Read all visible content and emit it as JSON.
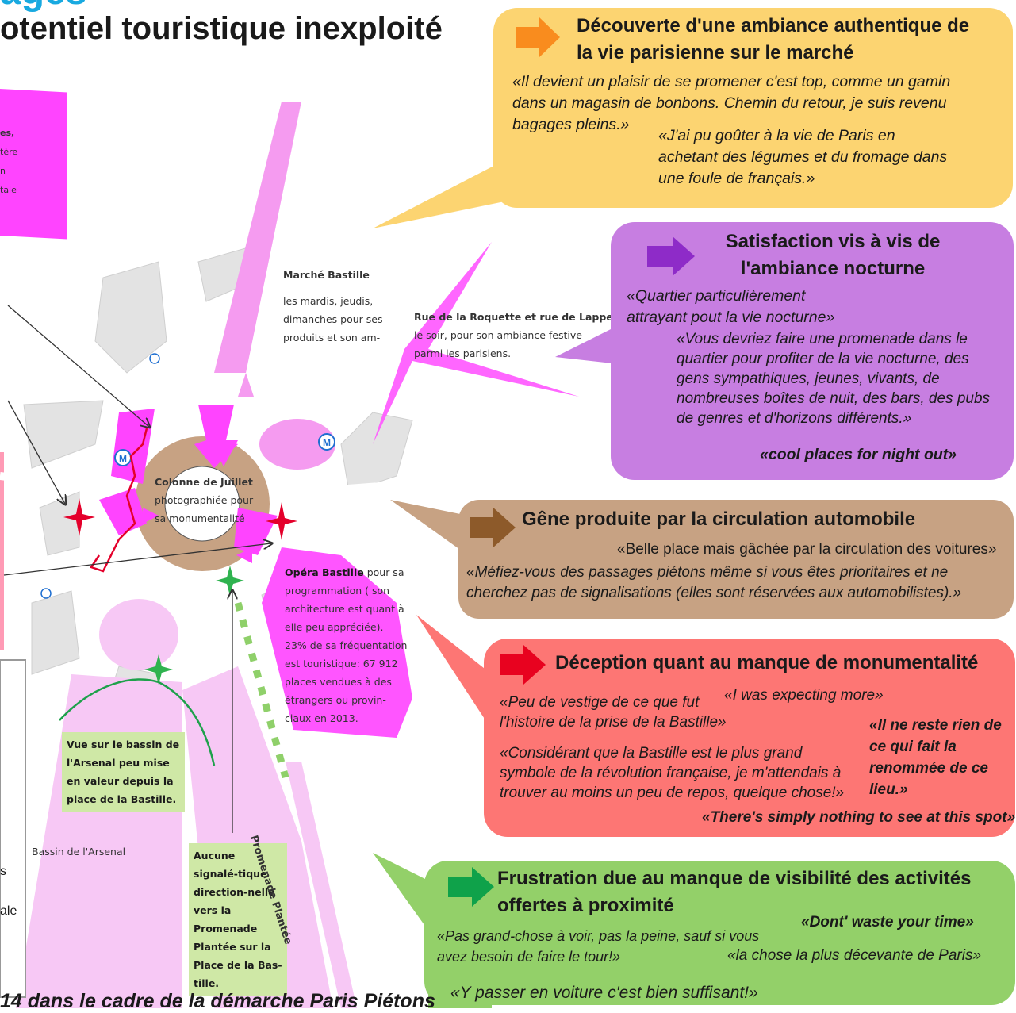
{
  "header": {
    "title_fragment": "ages",
    "title": "otentiel touristique inexploité"
  },
  "map": {
    "left_box_lines": [
      "es,",
      "tère",
      "n",
      "tale"
    ],
    "marche": {
      "title": "Marché Bastille",
      "lines": [
        "les mardis, jeudis,",
        "dimanches pour ses",
        "produits et son am-"
      ]
    },
    "roquette": {
      "title": "Rue de la Roquette et rue de Lappe,",
      "lines": [
        "le soir, pour son ambiance festive",
        "parmi les parisiens."
      ]
    },
    "colonne": {
      "title": "Colonne de Juillet",
      "lines": [
        "photographiée pour",
        "sa monumentalité"
      ]
    },
    "opera": {
      "title": "Opéra Bastille",
      "title_suffix": " pour sa",
      "lines": [
        "programmation ( son",
        "architecture est quant à",
        "elle peu appréciée).",
        "23% de sa fréquentation",
        "est touristique: 67 912",
        "places  vendues à des",
        "étrangers ou provin-",
        "ciaux en 2013."
      ]
    },
    "arsenal_note": "Vue sur le bassin de l'Arsenal peu mise en valeur depuis la place de la Bastille.",
    "bassin_label": "Bassin de l'Arsenal",
    "signal_note": "Aucune signalé-tique direction-nelle vers la Promenade Plantée sur la Place de la Bas-tille.",
    "promenade_label": "Promenade Plantée",
    "left_bottom_letters": [
      "s",
      "ale"
    ],
    "metro_symbol": "M"
  },
  "bubbles": {
    "decouverte": {
      "title_line1": "Découverte d'une ambiance authentique de",
      "title_line2": "la vie parisienne sur le marché",
      "quote1_line1": "«Il devient un plaisir de se promener c'est top, comme un gamin",
      "quote1_line2": "dans un magasin de bonbons. Chemin du retour, je suis revenu",
      "quote1_line3": "bagages pleins.»",
      "quote2_line1": "«J'ai pu goûter à la vie de Paris en",
      "quote2_line2": "achetant des légumes et du fromage dans",
      "quote2_line3": "une foule de français.»"
    },
    "nocturne": {
      "title_line1": "Satisfaction vis à vis de",
      "title_line2": "l'ambiance nocturne",
      "quote1_line1": "«Quartier particulièrement",
      "quote1_line2": "attrayant pout la vie nocturne»",
      "quote2_line1": "«Vous devriez faire une promenade dans le",
      "quote2_line2": "quartier pour profiter de la vie nocturne, des",
      "quote2_line3": "gens sympathiques, jeunes, vivants, de",
      "quote2_line4": "nombreuses boîtes de nuit, des bars, des pubs",
      "quote2_line5": "de genres et d'horizons différents.»",
      "quote3": "«cool places for night out»"
    },
    "circulation": {
      "title": "Gêne produite par la circulation automobile",
      "quote1": "«Belle place mais gâchée par la circulation des voitures»",
      "quote2_line1": "«Méfiez-vous des passages piétons même si vous êtes prioritaires et ne",
      "quote2_line2": "cherchez pas de signalisations (elles sont réservées aux automobilistes).»"
    },
    "deception": {
      "title": "Déception quant au manque de  monumentalité",
      "quote1": "«I was expecting more»",
      "quote2_line1": "«Peu de vestige de ce que fut",
      "quote2_line2": "l'histoire de la prise de la Bastille»",
      "quote3_line1": "«Il ne reste rien de",
      "quote3_line2": "ce qui fait la",
      "quote3_line3": "renommée de ce",
      "quote3_line4": "lieu.»",
      "quote4_line1": "«Considérant que la Bastille est le plus grand",
      "quote4_line2": "symbole de la révolution française, je m'attendais à",
      "quote4_line3": "trouver au moins un peu de repos, quelque chose!»",
      "quote5": "«There's simply nothing to see at this spot»"
    },
    "frustration": {
      "title_line1": "Frustration due au manque de visibilité des activités",
      "title_line2": "offertes à proximité",
      "quote1": "«Dont' waste your time»",
      "quote2_line1": "«Pas grand-chose à voir, pas la peine, sauf si vous",
      "quote2_line2": "avez besoin de faire le tour!»",
      "quote3": "«la chose la plus décevante de Paris»",
      "quote4": "«Y passer en voiture c'est bien suffisant!»"
    }
  },
  "footer": {
    "text": "14 dans le cadre de la démarche Paris Piétons"
  },
  "colors": {
    "yellow": "#fcd471",
    "purple": "#c77ee1",
    "tan": "#c7a283",
    "red": "#fd7674",
    "green": "#93d069",
    "magenta": "#ff44ff",
    "title_blue": "#18a9e0"
  }
}
